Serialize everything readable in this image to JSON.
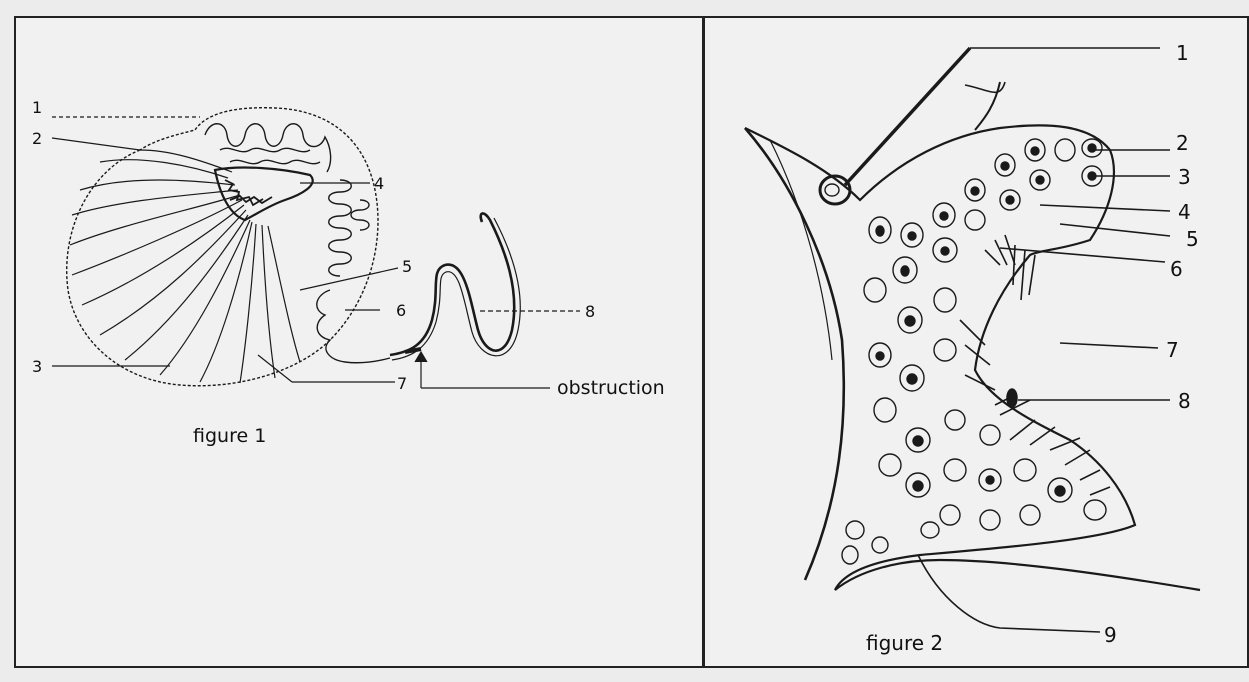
{
  "figure1": {
    "caption": "figure 1",
    "labels": {
      "l1": "1",
      "l2": "2",
      "l3": "3",
      "l4": "4",
      "l5": "5",
      "l6": "6",
      "l7": "7",
      "l8": "8",
      "obstruction": "obstruction"
    }
  },
  "figure2": {
    "caption": "figure 2",
    "labels": {
      "l1": "1",
      "l2": "2",
      "l3": "3",
      "l4": "4",
      "l5": "5",
      "l6": "6",
      "l7": "7",
      "l8": "8",
      "l9": "9"
    }
  },
  "colors": {
    "ink": "#1a1a1a",
    "paper": "#f1f1f1"
  }
}
